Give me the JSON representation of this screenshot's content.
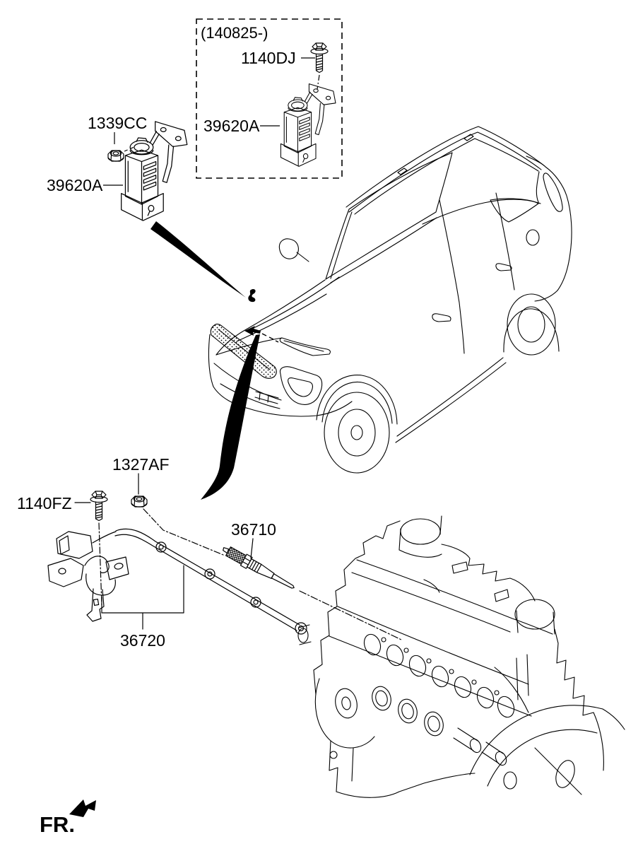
{
  "figure": {
    "type": "vehicle-parts-diagram",
    "subject": "preheater / glow plug system",
    "background_color": "#ffffff",
    "line_color": "#000000"
  },
  "variant_box": {
    "date_range": "(140825-)",
    "bolt_label": "1140DJ",
    "module_label": "39620A"
  },
  "callouts": {
    "nut_upper": "1339CC",
    "module_upper": "39620A",
    "nut_lower": "1327AF",
    "bolt_lower": "1140FZ",
    "glow_plug": "36710",
    "harness": "36720"
  },
  "orientation": {
    "front_label": "FR."
  },
  "icons": [
    "relay-module-icon",
    "flange-bolt-icon",
    "flange-nut-icon",
    "glow-plug-icon",
    "harness-rail-icon",
    "suv-front-three-quarter-icon",
    "diesel-engine-icon",
    "front-direction-arrow-icon",
    "leader-swoosh-icon"
  ]
}
